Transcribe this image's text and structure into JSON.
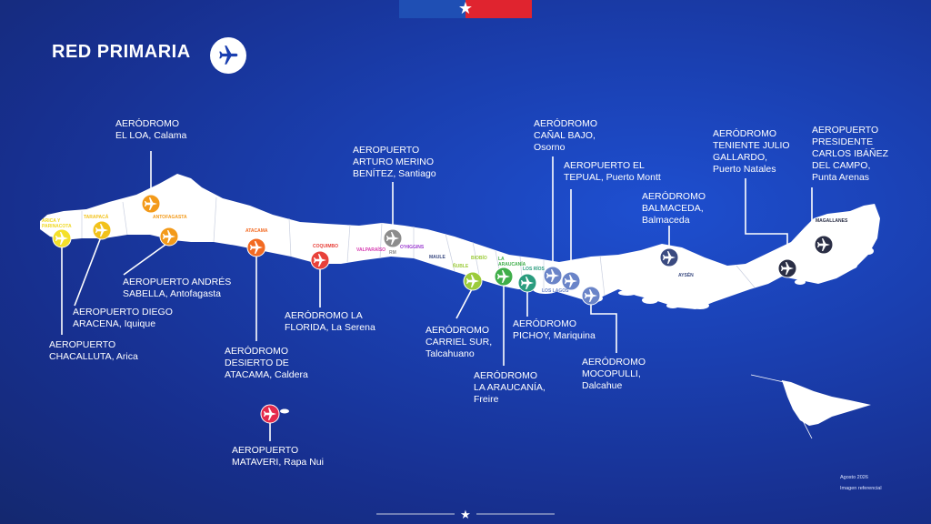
{
  "header": {
    "title": "RED PRIMARIA",
    "title_icon": "airplane-icon",
    "flag_icon": "chile-flag-icon"
  },
  "airports": [
    {
      "id": "chacalluta",
      "lines": [
        "AEROPUERTO",
        "CHACALLUTA, Arica"
      ],
      "color": "#f4e02a"
    },
    {
      "id": "diego-aracena",
      "lines": [
        "AEROPUERTO DIEGO",
        "ARACENA, Iquique"
      ],
      "color": "#f2c21b"
    },
    {
      "id": "el-loa",
      "lines": [
        "AERÓDROMO",
        "EL LOA, Calama"
      ],
      "color": "#f39a1a"
    },
    {
      "id": "andres-sabella",
      "lines": [
        "AEROPUERTO ANDRÉS",
        "SABELLA, Antofagasta"
      ],
      "color": "#f39a1a"
    },
    {
      "id": "desierto-atacama",
      "lines": [
        "AERÓDROMO",
        "DESIERTO DE",
        "ATACAMA, Caldera"
      ],
      "color": "#f26a22"
    },
    {
      "id": "la-florida",
      "lines": [
        "AERÓDROMO LA",
        "FLORIDA, La Serena"
      ],
      "color": "#e8413a"
    },
    {
      "id": "arturo-merino",
      "lines": [
        "AEROPUERTO",
        "ARTURO MERINO",
        "BENÍTEZ, Santiago"
      ],
      "color": "#8c8c8c"
    },
    {
      "id": "carriel-sur",
      "lines": [
        "AERÓDROMO",
        "CARRIEL SUR,",
        "Talcahuano"
      ],
      "color": "#9ccb3b"
    },
    {
      "id": "la-araucania",
      "lines": [
        "AERÓDROMO",
        "LA ARAUCANÍA,",
        "Freire"
      ],
      "color": "#3fae49"
    },
    {
      "id": "pichoy",
      "lines": [
        "AERÓDROMO",
        "PICHOY, Mariquina"
      ],
      "color": "#2a9c7e"
    },
    {
      "id": "canal-bajo",
      "lines": [
        "AERÓDROMO",
        "CAÑAL BAJO,",
        "Osorno"
      ],
      "color": "#6a84c8"
    },
    {
      "id": "el-tepual",
      "lines": [
        "AEROPUERTO EL",
        "TEPUAL, Puerto Montt"
      ],
      "color": "#6a84c8"
    },
    {
      "id": "mocopulli",
      "lines": [
        "AERÓDROMO",
        "MOCOPULLI,",
        "Dalcahue"
      ],
      "color": "#6a84c8"
    },
    {
      "id": "balmaceda",
      "lines": [
        "AERÓDROMO",
        "BALMACEDA,",
        "Balmaceda"
      ],
      "color": "#3a4a80"
    },
    {
      "id": "teniente-gallardo",
      "lines": [
        "AERÓDROMO",
        "TENIENTE JULIO",
        "GALLARDO,",
        "Puerto Natales"
      ],
      "color": "#2a2e45"
    },
    {
      "id": "carlos-ibanez",
      "lines": [
        "AEROPUERTO",
        "PRESIDENTE",
        "CARLOS IBÁÑEZ",
        "DEL CAMPO,",
        "Punta Arenas"
      ],
      "color": "#2a2e45"
    },
    {
      "id": "mataveri",
      "lines": [
        "AEROPUERTO",
        "MATAVERI, Rapa Nui"
      ],
      "color": "#e42a4c"
    }
  ],
  "regions": [
    {
      "name": "ARICA Y",
      "name2": "PARINACOTA",
      "color": "#f0d820"
    },
    {
      "name": "TARAPACÁ",
      "color": "#f2c21b"
    },
    {
      "name": "ANTOFAGASTA",
      "color": "#f39a1a"
    },
    {
      "name": "ATACAMA",
      "color": "#f26a22"
    },
    {
      "name": "COQUIMBO",
      "color": "#e8413a"
    },
    {
      "name": "VALPARAÍSO",
      "color": "#d63ab0"
    },
    {
      "name": "RM",
      "color": "#8c8c8c"
    },
    {
      "name": "O'HIGGINS",
      "color": "#9b3bd0"
    },
    {
      "name": "MAULE",
      "color": "#3a4a80"
    },
    {
      "name": "ÑUBLE",
      "color": "#9ccb3b"
    },
    {
      "name": "BIOBÍO",
      "color": "#9ccb3b"
    },
    {
      "name": "LA",
      "name2": "ARAUCANÍA",
      "color": "#3fae49"
    },
    {
      "name": "LOS RÍOS",
      "color": "#2a9c7e"
    },
    {
      "name": "LOS LAGOS",
      "color": "#6a84c8"
    },
    {
      "name": "AYSÉN",
      "color": "#3a4a80"
    },
    {
      "name": "MAGALLANES",
      "color": "#2a2e45"
    }
  ],
  "footnote": {
    "date": "Agosto 2026",
    "note": "Imagen referencial"
  },
  "colors": {
    "background": "#1a3fb0",
    "land": "#ffffff",
    "flag_red": "#e0242f",
    "flag_blue": "#1f4fb4"
  }
}
